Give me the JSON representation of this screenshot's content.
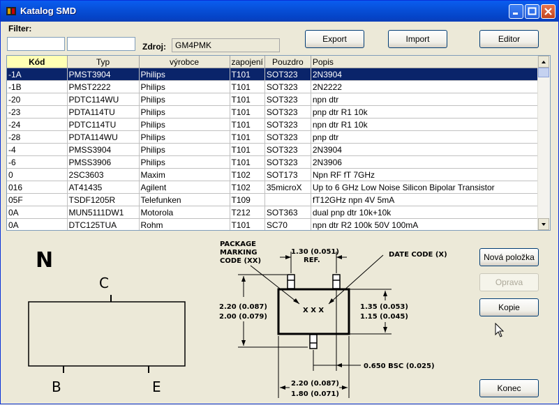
{
  "window": {
    "title": "Katalog SMD"
  },
  "filter": {
    "label": "Filter:",
    "field1": "",
    "field2": ""
  },
  "source": {
    "label": "Zdroj:",
    "value": "GM4PMK"
  },
  "toolbar": {
    "export": "Export",
    "import": "Import",
    "editor": "Editor"
  },
  "table": {
    "columns": [
      "Kód",
      "Typ",
      "výrobce",
      "zapojení",
      "Pouzdro",
      "Popis"
    ],
    "rows": [
      [
        "-1A",
        "PMST3904",
        "Philips",
        "T101",
        "SOT323",
        "2N3904"
      ],
      [
        "-1B",
        "PMST2222",
        "Philips",
        "T101",
        "SOT323",
        "2N2222"
      ],
      [
        "-20",
        "PDTC114WU",
        "Philips",
        "T101",
        "SOT323",
        "npn dtr"
      ],
      [
        "-23",
        "PDTA114TU",
        "Philips",
        "T101",
        "SOT323",
        "pnp dtr R1 10k"
      ],
      [
        "-24",
        "PDTC114TU",
        "Philips",
        "T101",
        "SOT323",
        "npn dtr R1 10k"
      ],
      [
        "-28",
        "PDTA114WU",
        "Philips",
        "T101",
        "SOT323",
        "pnp dtr"
      ],
      [
        "-4",
        "PMSS3904",
        "Philips",
        "T101",
        "SOT323",
        "2N3904"
      ],
      [
        "-6",
        "PMSS3906",
        "Philips",
        "T101",
        "SOT323",
        "2N3906"
      ],
      [
        "0",
        "2SC3603",
        "Maxim",
        "T102",
        "SOT173",
        "Npn RF fT 7GHz"
      ],
      [
        "016",
        "AT41435",
        "Agilent",
        "T102",
        "35microX",
        "Up to 6 GHz Low Noise Silicon Bipolar Transistor"
      ],
      [
        "05F",
        "TSDF1205R",
        "Telefunken",
        "T109",
        "",
        "fT12GHz npn 4V 5mA"
      ],
      [
        "0A",
        "MUN5111DW1",
        "Motorola",
        "T212",
        "SOT363",
        "dual pnp dtr 10k+10k"
      ],
      [
        "0A",
        "DTC125TUA",
        "Rohm",
        "T101",
        "SC70",
        "npn dtr R2 100k 50V 100mA"
      ]
    ]
  },
  "pinout": {
    "type_letter": "N",
    "pin_c": "C",
    "pin_b": "B",
    "pin_e": "E"
  },
  "drawing": {
    "marking1": "PACKAGE",
    "marking2": "MARKING",
    "marking3": "CODE (XX)",
    "width_ref": "1.30 (0.051)",
    "ref": "REF.",
    "date_code": "DATE CODE (X)",
    "xxx": "X X X",
    "h1": "2.20 (0.087)",
    "h2": "2.00 (0.079)",
    "b1": "1.35 (0.053)",
    "b2": "1.15 (0.045)",
    "bsc": "0.650 BSC (0.025)",
    "w1": "2.20 (0.087)",
    "w2": "1.80 (0.071)"
  },
  "actions": {
    "new": "Nová položka",
    "edit": "Oprava",
    "copy": "Kopie",
    "close": "Konec"
  }
}
